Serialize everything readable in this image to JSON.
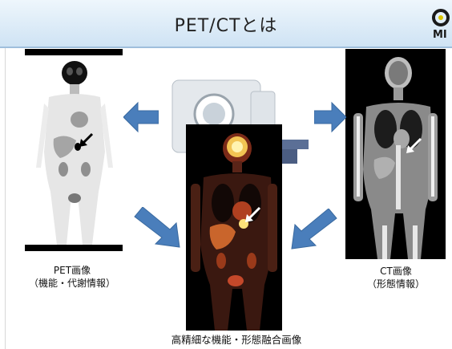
{
  "header": {
    "title": "PET/CTとは",
    "logo_text": "MI"
  },
  "panels": {
    "pet": {
      "caption_line1": "PET画像",
      "caption_line2": "（機能・代謝情報）"
    },
    "ct": {
      "caption_line1": "CT画像",
      "caption_line2": "（形態情報）"
    },
    "fusion": {
      "caption": "高精細な機能・形態融合画像"
    }
  },
  "colors": {
    "header_bg": "#cfe3f4",
    "arrow_fill": "#4a7ebb",
    "pet_highlight": "#000000",
    "ct_bg": "#000000"
  },
  "icons": [
    "big-arrow-left-icon",
    "big-arrow-right-icon",
    "big-arrow-down-right-icon",
    "big-arrow-down-left-icon",
    "lesion-pointer-arrow-icon"
  ]
}
